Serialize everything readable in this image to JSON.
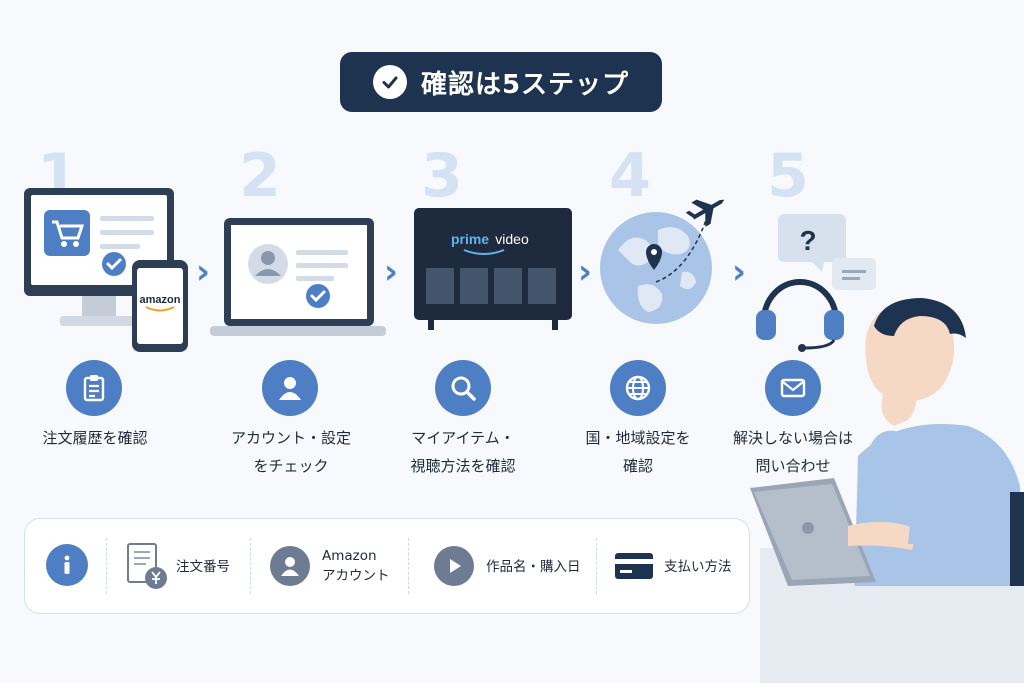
{
  "title": "確認は5ステップ",
  "steps": [
    {
      "num": "1",
      "label_lines": [
        "注文履歴を確認"
      ],
      "icon": "clipboard-icon"
    },
    {
      "num": "2",
      "label_lines": [
        "アカウント・設定",
        "をチェック"
      ],
      "icon": "person-icon"
    },
    {
      "num": "3",
      "label_lines": [
        "マイアイテム・",
        "視聴方法を確認"
      ],
      "icon": "search-icon"
    },
    {
      "num": "4",
      "label_lines": [
        "国・地域設定を",
        "確認"
      ],
      "icon": "globe-icon"
    },
    {
      "num": "5",
      "label_lines": [
        "解決しない場合は",
        "問い合わせ"
      ],
      "icon": "mail-icon"
    }
  ],
  "illustrations": {
    "amazon_logo": "amazon",
    "prime_video_logo_a": "prime",
    "prime_video_logo_b": "video",
    "question_mark": "?"
  },
  "info_items": [
    {
      "label_lines": [
        "注文番号"
      ],
      "icon": "receipt-yen-icon"
    },
    {
      "label_lines": [
        "Amazon",
        "アカウント"
      ],
      "icon": "person-icon"
    },
    {
      "label_lines": [
        "作品名・購入日"
      ],
      "icon": "play-icon"
    },
    {
      "label_lines": [
        "支払い方法"
      ],
      "icon": "credit-card-icon"
    }
  ],
  "colors": {
    "accent": "#4e7fc4",
    "dark": "#1e3350",
    "step_number": "#d5e2f3"
  }
}
